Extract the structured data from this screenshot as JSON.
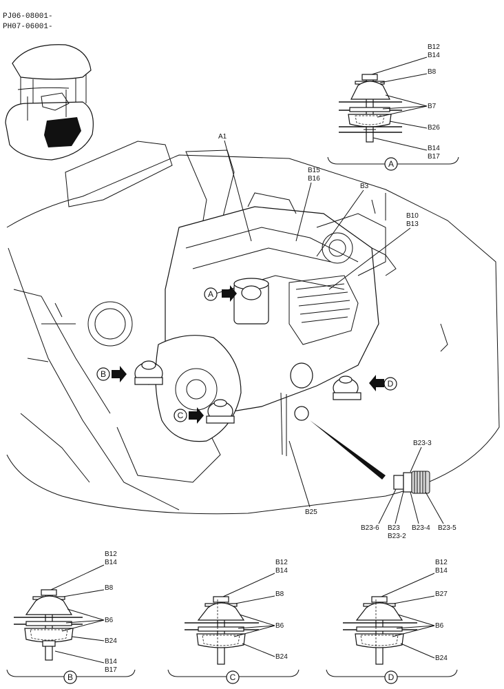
{
  "header": {
    "serial_1": "PJ06-08001-",
    "serial_2": "PH07-06001-"
  },
  "callouts": {
    "a1": "A1",
    "b3": "B3",
    "b10": "B10",
    "b13": "B13",
    "b15": "B15",
    "b16": "B16",
    "b25": "B25",
    "b23_3": "B23-3",
    "b23_6": "B23-6",
    "b23": "B23",
    "b23_2": "B23-2",
    "b23_4": "B23-4",
    "b23_5": "B23-5"
  },
  "view_markers": {
    "a": "A",
    "b": "B",
    "c": "C",
    "d": "D"
  },
  "detail_a": {
    "label": "A",
    "parts": [
      "B12",
      "B14",
      "B8",
      "B7",
      "B26",
      "B14",
      "B17"
    ]
  },
  "detail_b": {
    "label": "B",
    "parts": [
      "B12",
      "B14",
      "B8",
      "B6",
      "B24",
      "B14",
      "B17"
    ]
  },
  "detail_c": {
    "label": "C",
    "parts": [
      "B12",
      "B14",
      "B8",
      "B6",
      "B24"
    ]
  },
  "detail_d": {
    "label": "D",
    "parts": [
      "B12",
      "B14",
      "B27",
      "B6",
      "B24"
    ]
  }
}
